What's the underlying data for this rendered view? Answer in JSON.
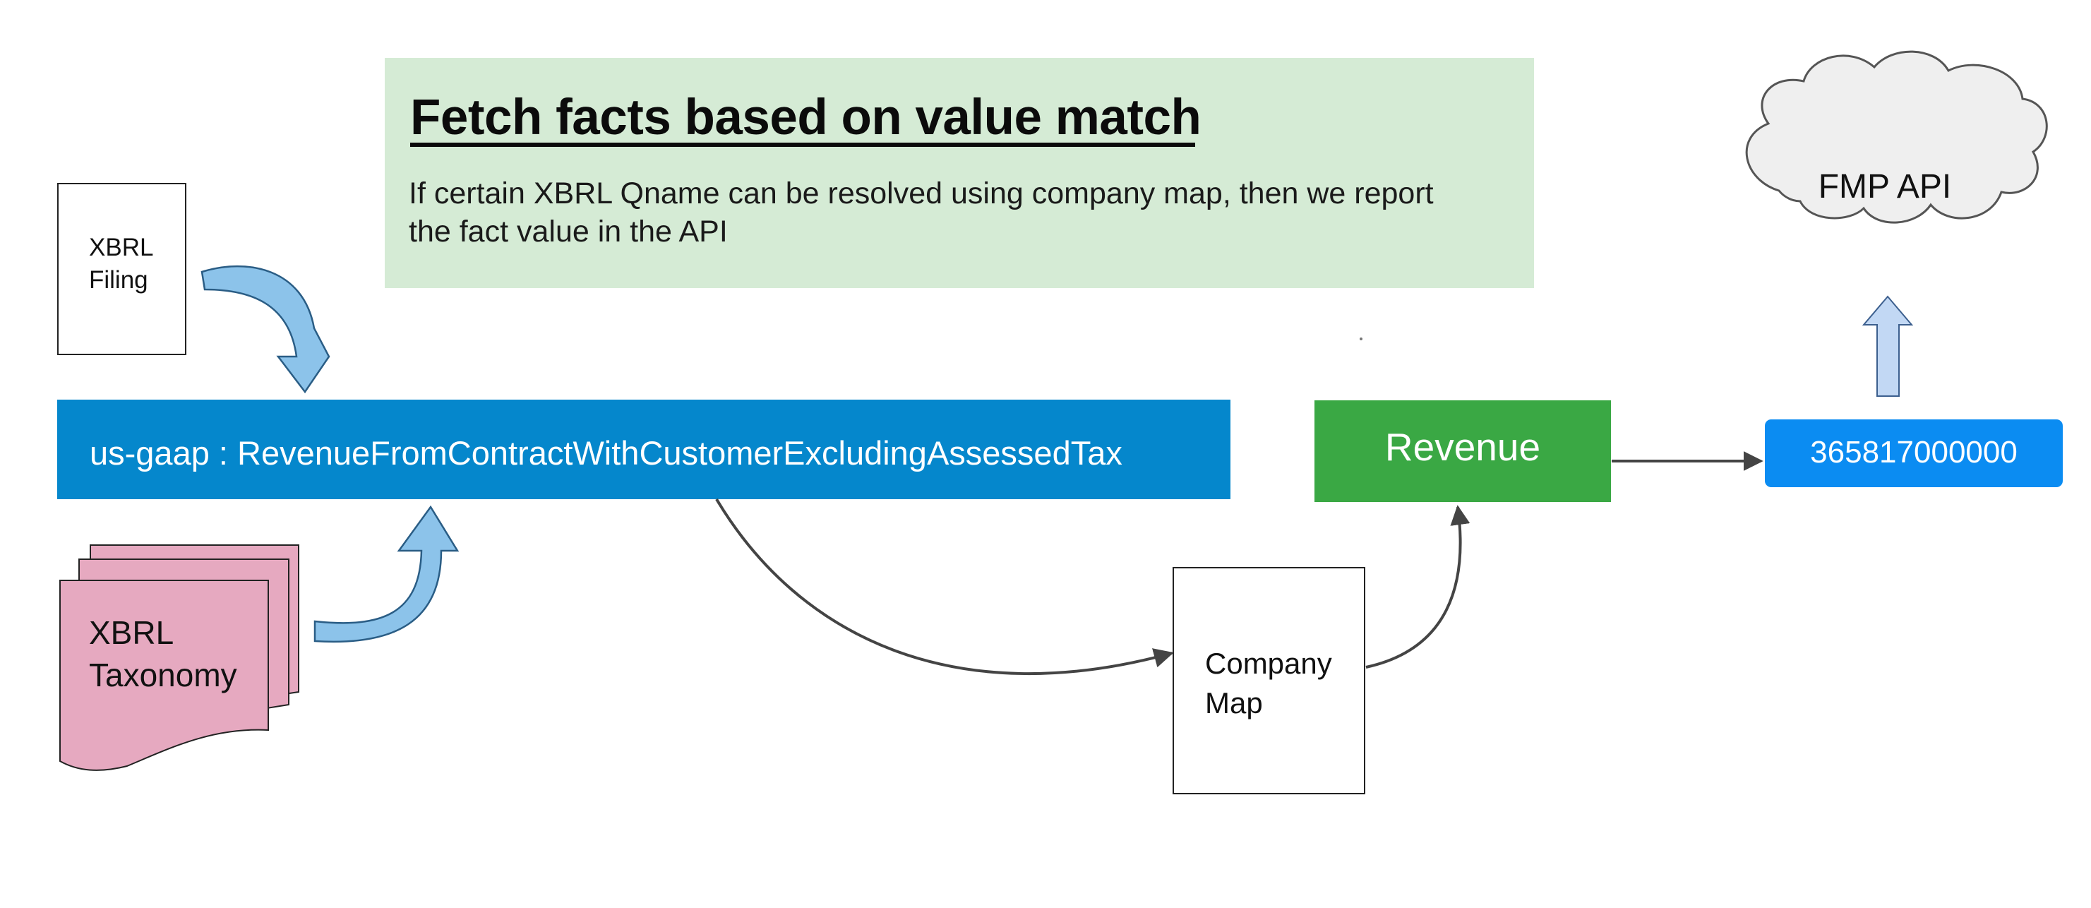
{
  "title": {
    "heading": "Fetch facts based on value match",
    "description_line1": "If certain XBRL Qname can be resolved using company map, then we report",
    "description_line2": "the fact value in the API"
  },
  "nodes": {
    "xbrl_filing_line1": "XBRL",
    "xbrl_filing_line2": "Filing",
    "qname_bar": "us-gaap : RevenueFromContractWithCustomerExcludingAssessedTax",
    "xbrl_taxonomy_line1": "XBRL",
    "xbrl_taxonomy_line2": "Taxonomy",
    "company_map_line1": "Company",
    "company_map_line2": "Map",
    "revenue": "Revenue",
    "value_pill": "365817000000",
    "fmp_api": "FMP API"
  },
  "colors": {
    "title_panel": "#d5ebd5",
    "qname_bar": "#0587cc",
    "revenue_box": "#3aa844",
    "value_pill": "#0b8cf2",
    "taxonomy_pages": "#e6a9c0",
    "curved_arrows": "#8cc3ea",
    "up_arrow": "#c2d8f4",
    "cloud": "#efefef",
    "connector": "#444444"
  }
}
